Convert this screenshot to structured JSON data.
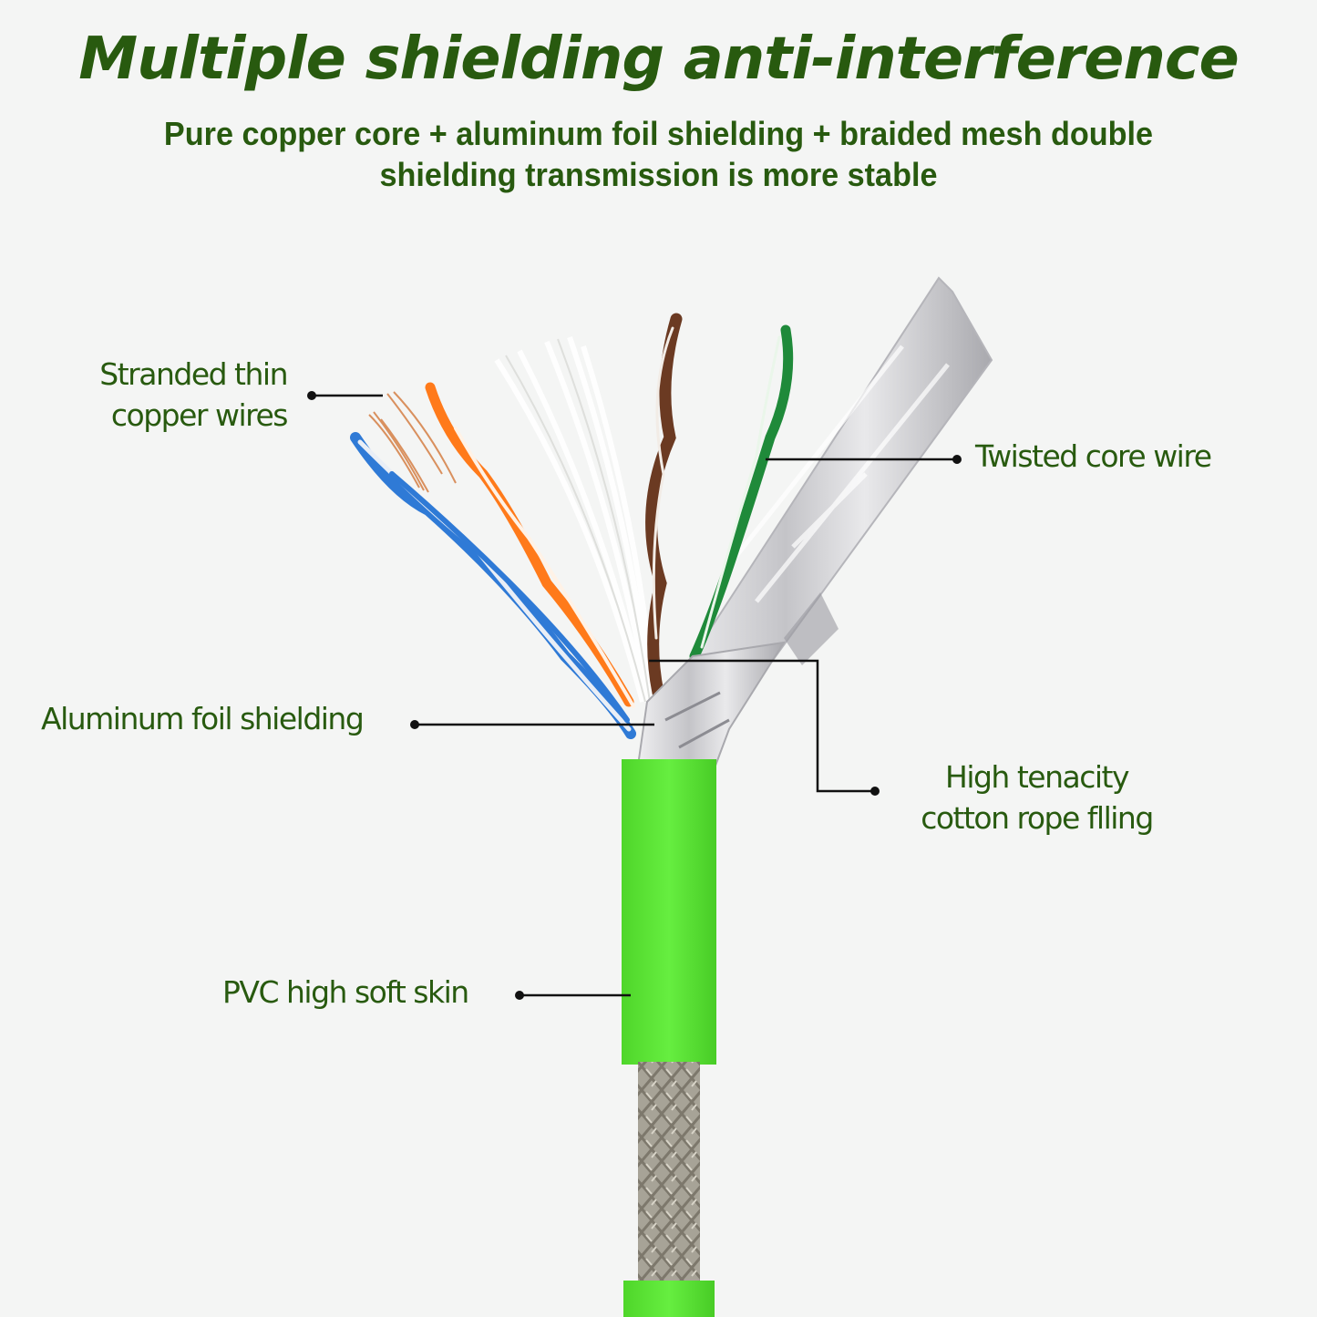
{
  "header": {
    "title": "Multiple shielding anti-interference",
    "subtitle_line1": "Pure copper core + aluminum foil shielding + braided mesh double",
    "subtitle_line2": "shielding transmission is more stable"
  },
  "callouts": [
    {
      "id": "stranded",
      "line1": "Stranded thin",
      "line2": "copper wires"
    },
    {
      "id": "twisted",
      "line1": "Twisted core wire"
    },
    {
      "id": "foil",
      "line1": "Aluminum foil shielding"
    },
    {
      "id": "cotton",
      "line1": "High tenacity",
      "line2": "cotton rope flling"
    },
    {
      "id": "pvc",
      "line1": "PVC high soft skin"
    }
  ],
  "colors": {
    "text_green": "#285a0f",
    "background": "#f4f5f4",
    "jacket_green": "#5ee83a",
    "wire_blue": "#2f7ad6",
    "wire_orange": "#ff7a1a",
    "wire_brown": "#6b3a22",
    "wire_green": "#1f8a3a",
    "foil_silver": "#c9c9cc",
    "braid_gray": "#9a968c",
    "copper": "#d9905e",
    "leader_line": "#111111"
  }
}
